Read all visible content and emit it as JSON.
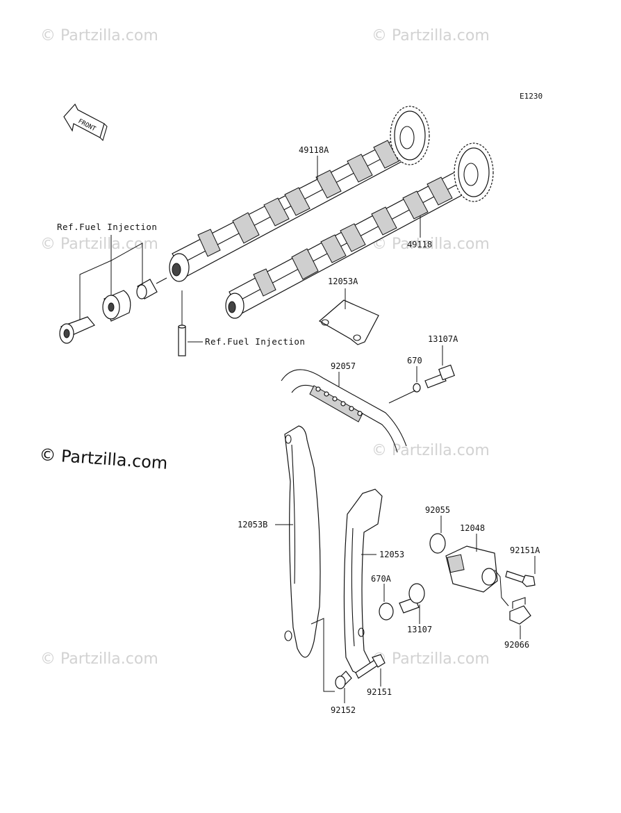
{
  "diagram_code": "E1230",
  "front_label": "FRONT",
  "watermarks": [
    "© Partzilla.com",
    "© Partzilla.com",
    "© Partzilla.com",
    "© Partzilla.com",
    "© Partzilla.com",
    "© Partzilla.com",
    "© Partzilla.com",
    "© Partzilla.com"
  ],
  "main_watermark": "© Partzilla.com",
  "references": {
    "ref_fuel_1": "Ref.Fuel Injection",
    "ref_fuel_2": "Ref.Fuel Injection"
  },
  "parts": {
    "p49118A": "49118A",
    "p49118": "49118",
    "p12053A": "12053A",
    "p13107A": "13107A",
    "p670": "670",
    "p92057": "92057",
    "p12053B": "12053B",
    "p12053": "12053",
    "p92055": "92055",
    "p12048": "12048",
    "p92151A": "92151A",
    "p670A": "670A",
    "p13107": "13107",
    "p92066": "92066",
    "p92151": "92151",
    "p92152": "92152"
  }
}
